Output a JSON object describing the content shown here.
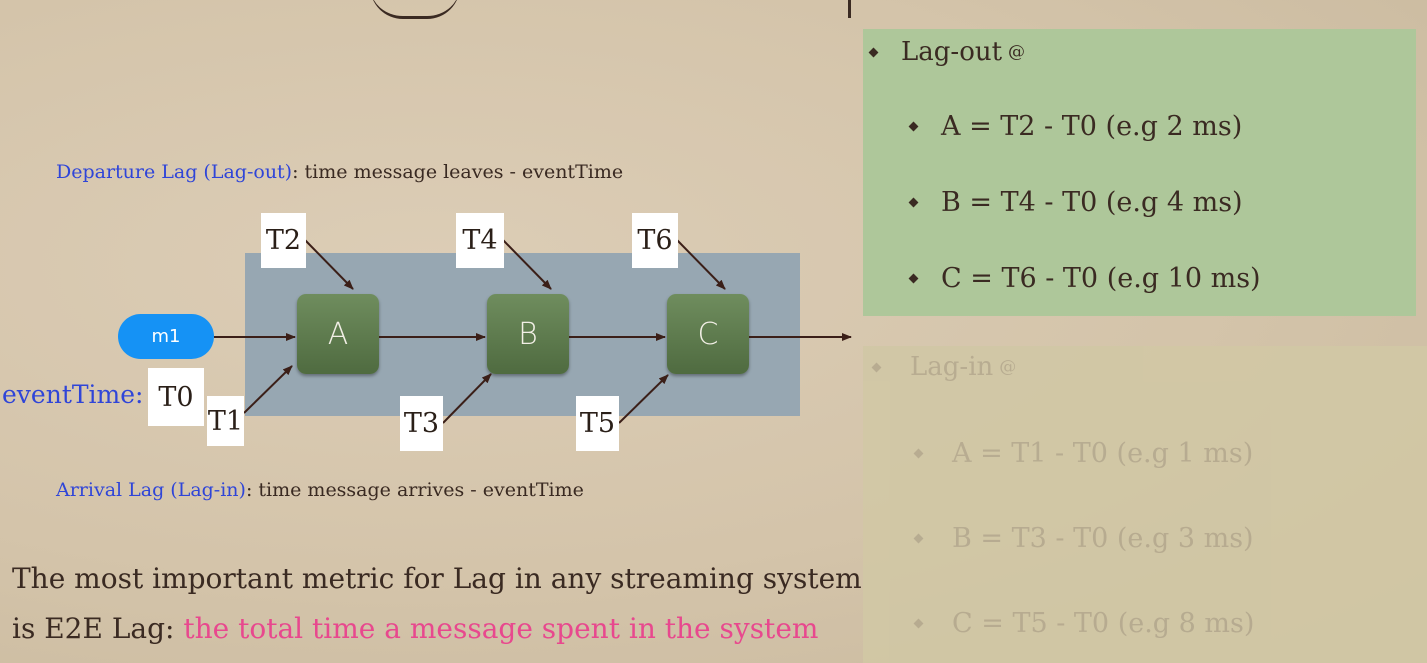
{
  "diagram": {
    "departure_caption": {
      "term": "Departure Lag (Lag-out)",
      "definition": ": time message leaves - eventTime"
    },
    "arrival_caption": {
      "term": "Arrival Lag (Lag-in)",
      "definition": ": time message arrives - eventTime"
    },
    "message_label": "m1",
    "event_time_label": "eventTime:",
    "t0_label": "T0",
    "nodes": [
      "A",
      "B",
      "C"
    ],
    "top_timestamps": [
      "T2",
      "T4",
      "T6"
    ],
    "bottom_timestamps": [
      "T1",
      "T3",
      "T5"
    ]
  },
  "lag_out": {
    "heading": "Lag-out",
    "at_symbol": "@",
    "items": [
      "A = T2 - T0 (e.g 2 ms)",
      "B = T4 - T0 (e.g 4 ms)",
      "C = T6 - T0 (e.g 10 ms)"
    ]
  },
  "lag_in": {
    "heading": "Lag-in",
    "at_symbol": "@",
    "items": [
      "A = T1 - T0 (e.g 1 ms)",
      "B = T3 - T0 (e.g 3 ms)",
      "C = T5 - T0 (e.g 8 ms)"
    ]
  },
  "summary": {
    "line1": "The most important metric for Lag in any streaming system",
    "line2_prefix": "is E2E Lag: ",
    "line2_highlight": "the total time a message spent in the system"
  },
  "colors": {
    "lag_out_panel": "#aec79a",
    "lag_in_panel": "#d1c8a5",
    "caption_blue": "#2f45d8",
    "highlight_pink": "#e8488e",
    "message_pill": "#1592f5",
    "process_box": "#97a7b2",
    "node_green": "#5a7a4a"
  }
}
